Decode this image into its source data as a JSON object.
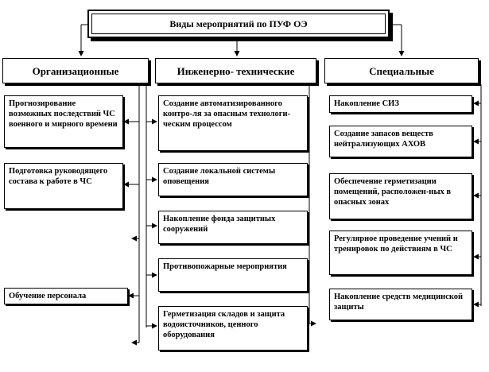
{
  "title": "Виды мероприятий по ПУФ ОЭ",
  "columns": [
    {
      "label": "Организационные",
      "items": [
        "Прогнозирование возможных последствий ЧС военного и мирного времени",
        "Подготовка руководящего состава к работе в ЧС",
        "Обучение персонала"
      ]
    },
    {
      "label": "Инженерно- технические",
      "items": [
        "Создание автоматизированного контро-ля за опасным технологи-ческим процессом",
        "Создание локальной системы оповещения",
        "Накопление фонда защитных сооружений",
        "Противопожарные мероприятия",
        "Герметизация складов и защита водоисточников, ценного оборудования"
      ]
    },
    {
      "label": "Специальные",
      "items": [
        "Накопление СИЗ",
        "Создание запасов веществ нейтрализующих АХОВ",
        "Обеспечение герметизации помещений, расположен-ных в опасных зонах",
        "Регулярное проведение учений и тренировок по действиям в ЧС",
        "Накопление средств медицинской защиты"
      ]
    }
  ]
}
